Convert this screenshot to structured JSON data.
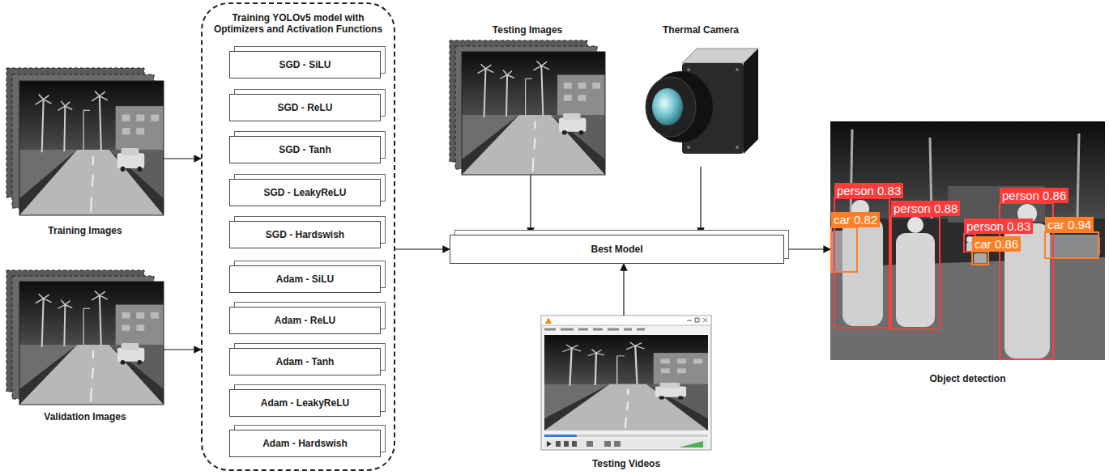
{
  "diagram": {
    "nodes": [
      {
        "text": [
          "Training Images"
        ]
      },
      {
        "text": [
          "Validation Images"
        ]
      },
      {
        "text": [
          "Training YOLOv5 model with Optimizers and Activation Functions"
        ]
      },
      {
        "text": [
          "SGD - SiLU"
        ],
        "in": 2
      },
      {
        "text": [
          "SGD - ReLU"
        ],
        "in": 2
      },
      {
        "text": [
          "SGD - Tanh"
        ],
        "in": 2
      },
      {
        "text": [
          "SGD - LeakyReLU"
        ],
        "in": 2
      },
      {
        "text": [
          "SGD - Hardswish"
        ],
        "in": 2
      },
      {
        "text": [
          "Adam - SiLU"
        ],
        "in": 2
      },
      {
        "text": [
          "Adam - ReLU"
        ],
        "in": 2
      },
      {
        "text": [
          "Adam - Tanh"
        ],
        "in": 2
      },
      {
        "text": [
          "Adam - LeakyReLU"
        ],
        "in": 2
      },
      {
        "text": [
          "Adam - Hardswish"
        ],
        "in": 2
      },
      {
        "text": [
          "Testing Images"
        ]
      },
      {
        "text": [
          "Thermal Camera"
        ]
      },
      {
        "text": [
          "Best Model"
        ]
      },
      {
        "text": [
          "Testing Videos"
        ]
      },
      {
        "text": [
          "Object detection"
        ]
      }
    ],
    "edges": [
      {
        "from": 0,
        "to": 2,
        "arrow": "to"
      },
      {
        "from": 1,
        "to": 2,
        "arrow": "to"
      },
      {
        "from": 2,
        "to": 15,
        "arrow": "to"
      },
      {
        "from": 13,
        "to": 15,
        "arrow": "to"
      },
      {
        "from": 14,
        "to": 15,
        "arrow": "to"
      },
      {
        "from": 16,
        "to": 15,
        "arrow": "to"
      },
      {
        "from": 15,
        "to": 17,
        "arrow": "to"
      }
    ],
    "labels": [
      "person 0.83",
      "car 0.82",
      "person 0.88",
      "person 0.83",
      "car 0.86",
      "person 0.86",
      "car 0.94"
    ]
  }
}
